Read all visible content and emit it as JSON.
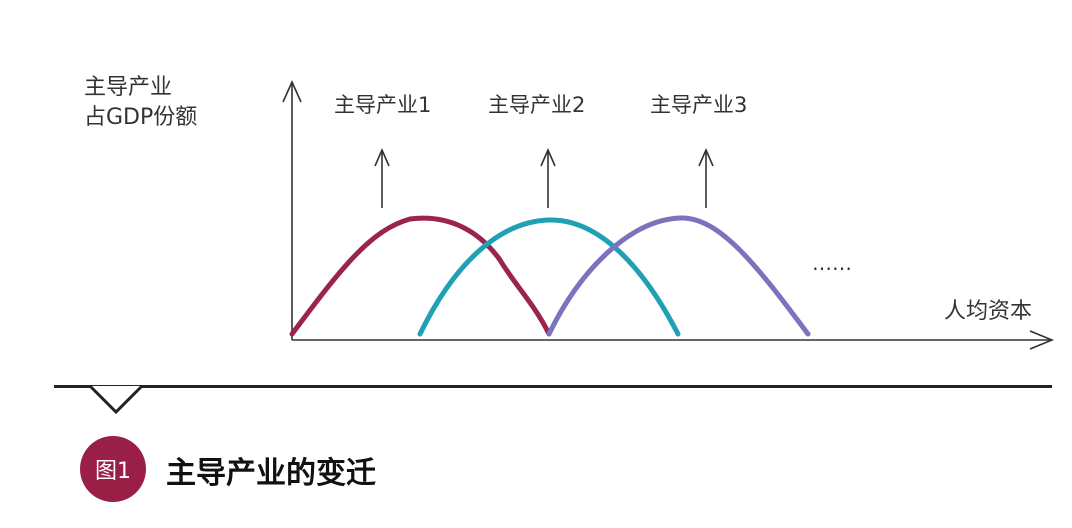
{
  "diagram": {
    "y_axis_label": [
      "主导产业",
      "占GDP份额"
    ],
    "x_axis_label": "人均资本",
    "continuation": "……",
    "industries": [
      {
        "label": "主导产业1",
        "color": "#9b2350"
      },
      {
        "label": "主导产业2",
        "color": "#1fa0b4"
      },
      {
        "label": "主导产业3",
        "color": "#7b73bd"
      }
    ]
  },
  "caption": {
    "badge": "图1",
    "title": "主导产业的变迁",
    "badge_color": "#9a1f46"
  }
}
